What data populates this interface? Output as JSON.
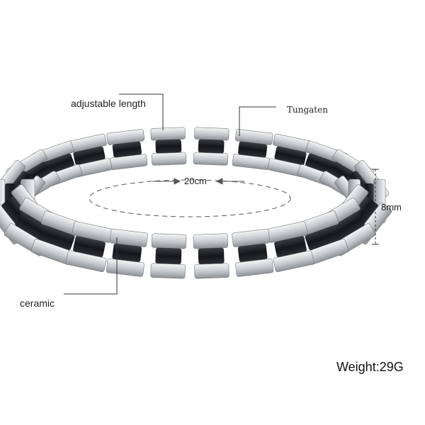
{
  "annotations": {
    "adjustable": "adjustable length",
    "material": "Tungaten",
    "diameter": "20cm",
    "width": "8mm",
    "ceramic": "ceramic",
    "weight": "Weight:29G"
  },
  "colors": {
    "silver": "#d9dbde",
    "ceramic": "#1c1d22",
    "line": "#333333"
  }
}
